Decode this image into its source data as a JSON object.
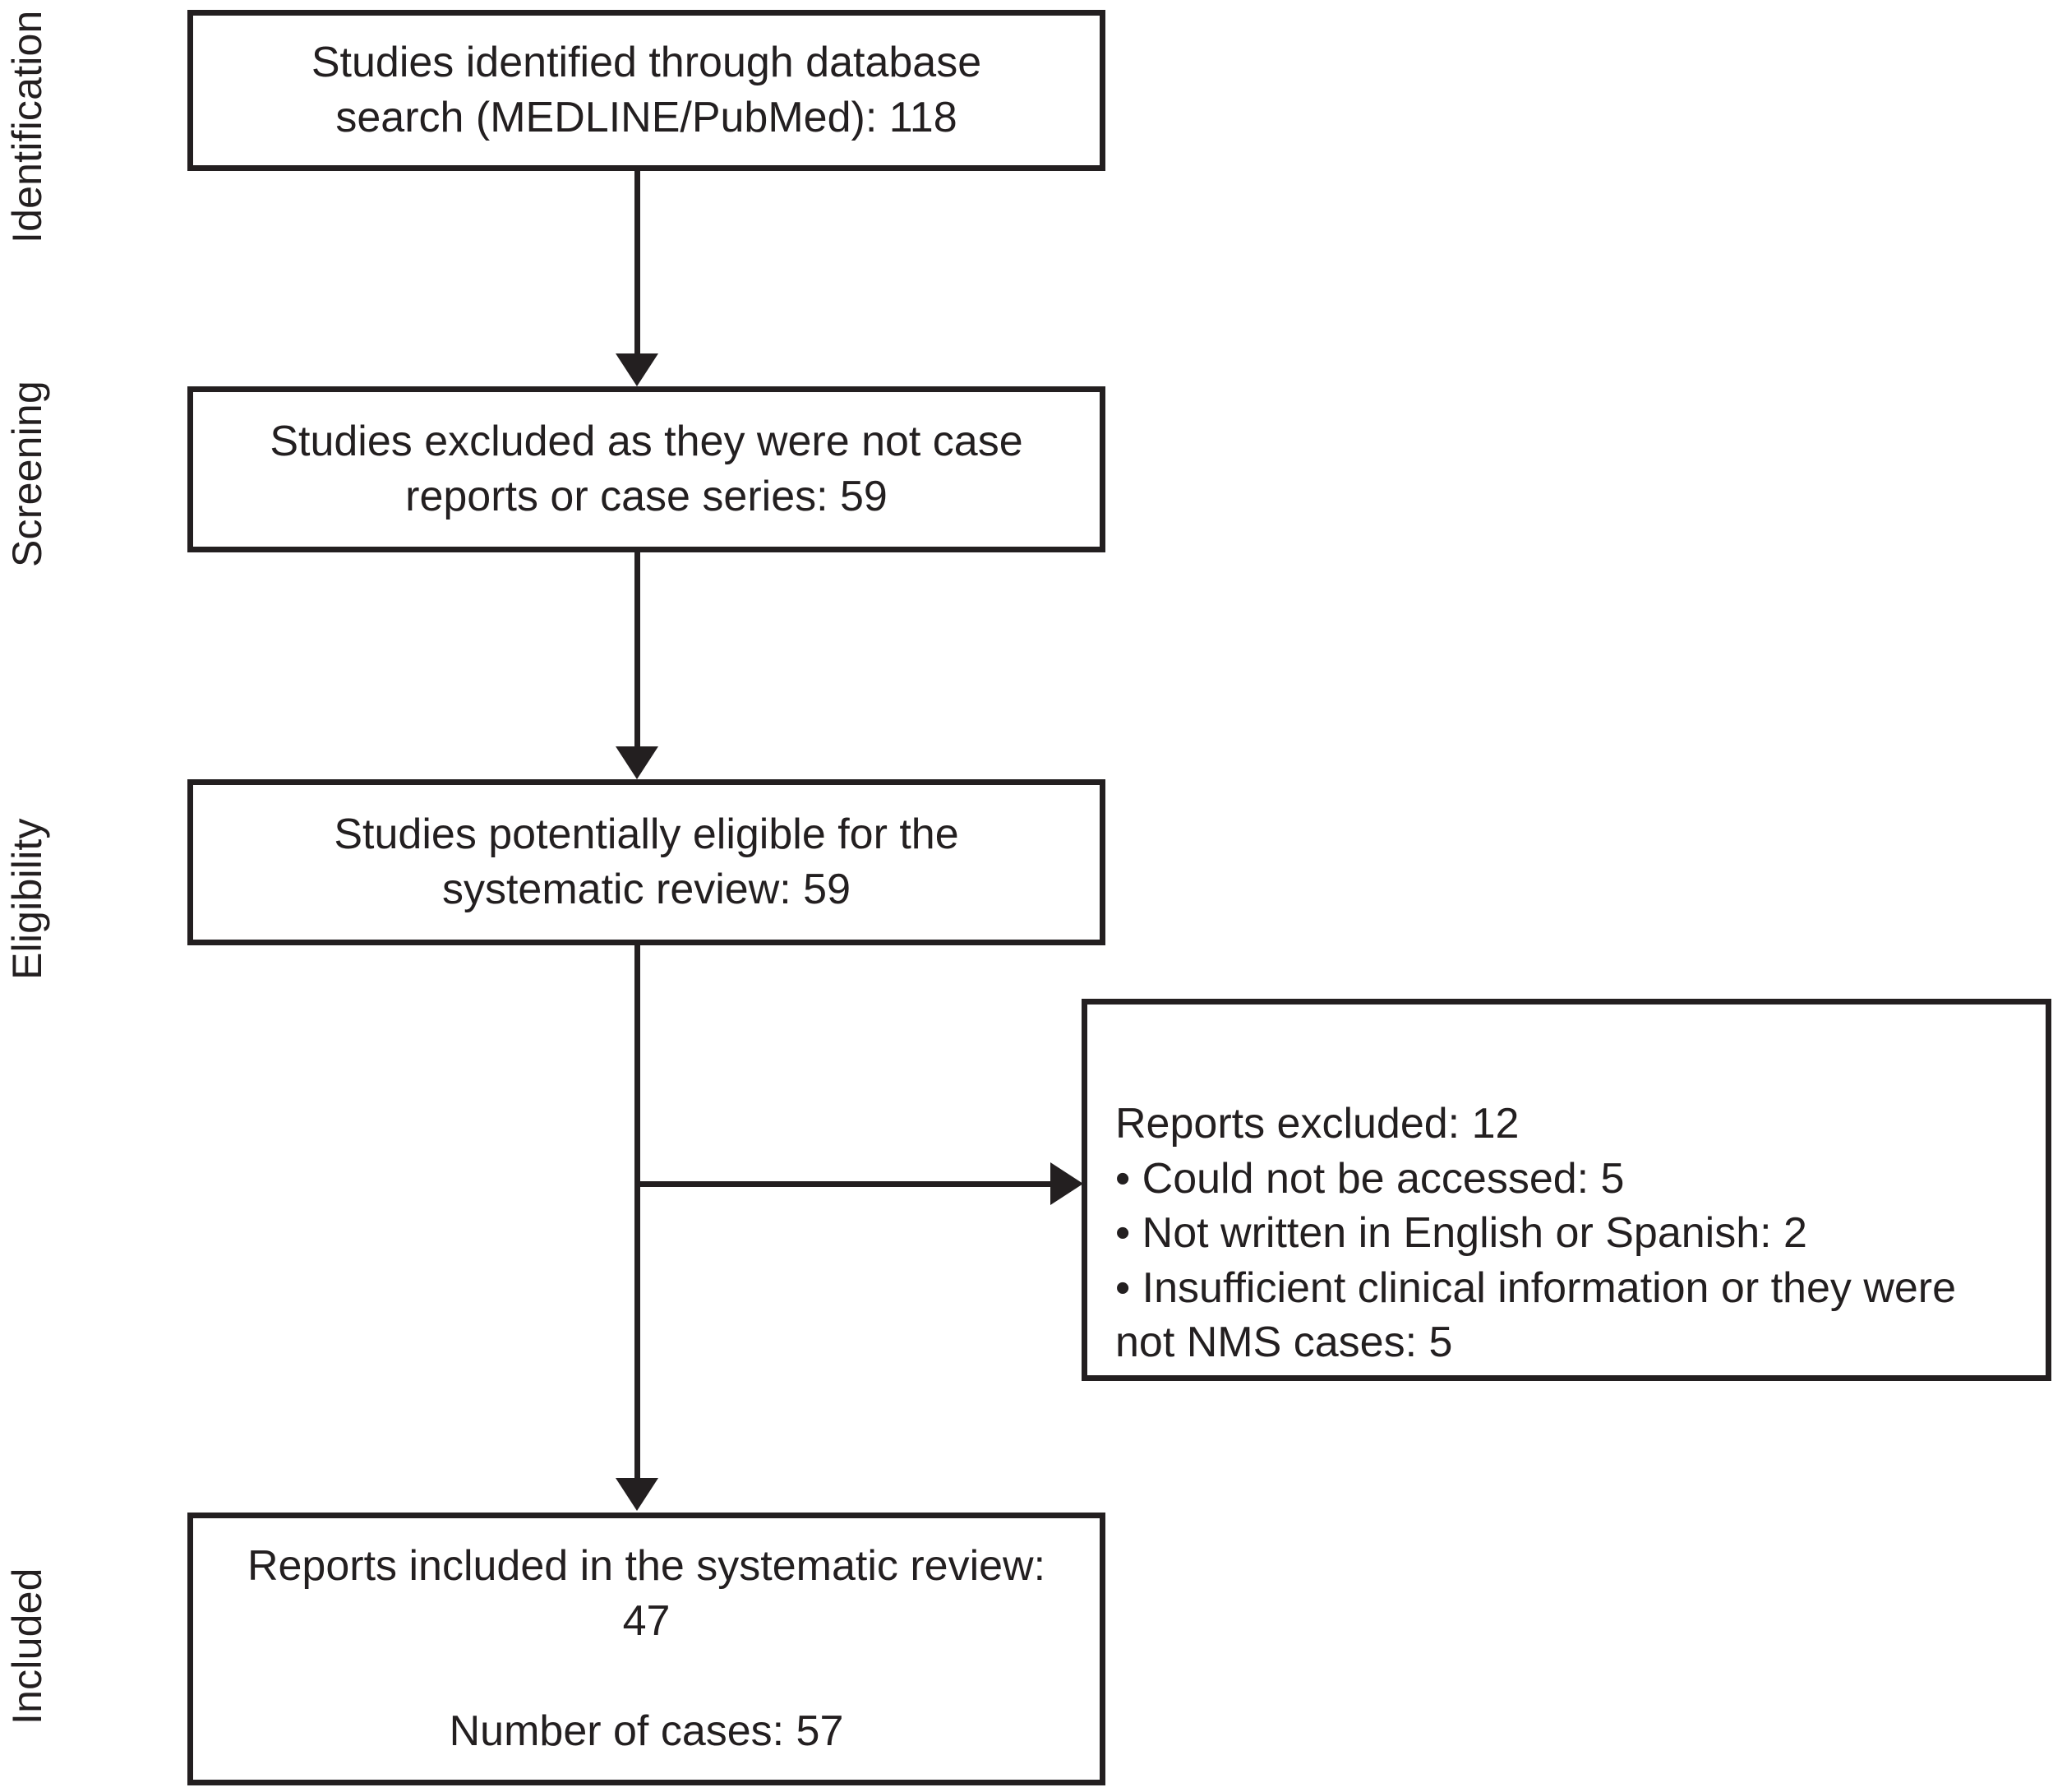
{
  "diagram": {
    "type": "prisma-flow-diagram",
    "stage_labels": [
      {
        "id": "identification",
        "text": "Identification"
      },
      {
        "id": "screening",
        "text": "Screening"
      },
      {
        "id": "eligibility",
        "text": "Eligibility"
      },
      {
        "id": "included",
        "text": "Included"
      }
    ],
    "boxes": {
      "identified": {
        "line1": "Studies identified through database",
        "line2": "search (MEDLINE/PubMed): 118",
        "count": 118
      },
      "excluded_not_case": {
        "line1": "Studies excluded as they were not case",
        "line2": "reports or case series: 59",
        "count": 59
      },
      "potentially_eligible": {
        "line1": "Studies potentially eligible for the",
        "line2": "systematic review: 59",
        "count": 59
      },
      "reports_excluded": {
        "heading": "Reports excluded: 12",
        "count": 12,
        "bullets": [
          {
            "text": "• Could not be accessed: 5",
            "count": 5
          },
          {
            "text": "• Not written in English or Spanish: 2",
            "count": 2
          },
          {
            "text": "• Insufficient clinical information or they were not NMS cases: 5",
            "count": 5
          }
        ]
      },
      "included": {
        "line1": "Reports included in the systematic review: 47",
        "line2": "Number of cases: 57",
        "reports_count": 47,
        "cases_count": 57
      }
    },
    "colors": {
      "stroke": "#231f20",
      "background": "#ffffff",
      "text": "#231f20"
    }
  }
}
